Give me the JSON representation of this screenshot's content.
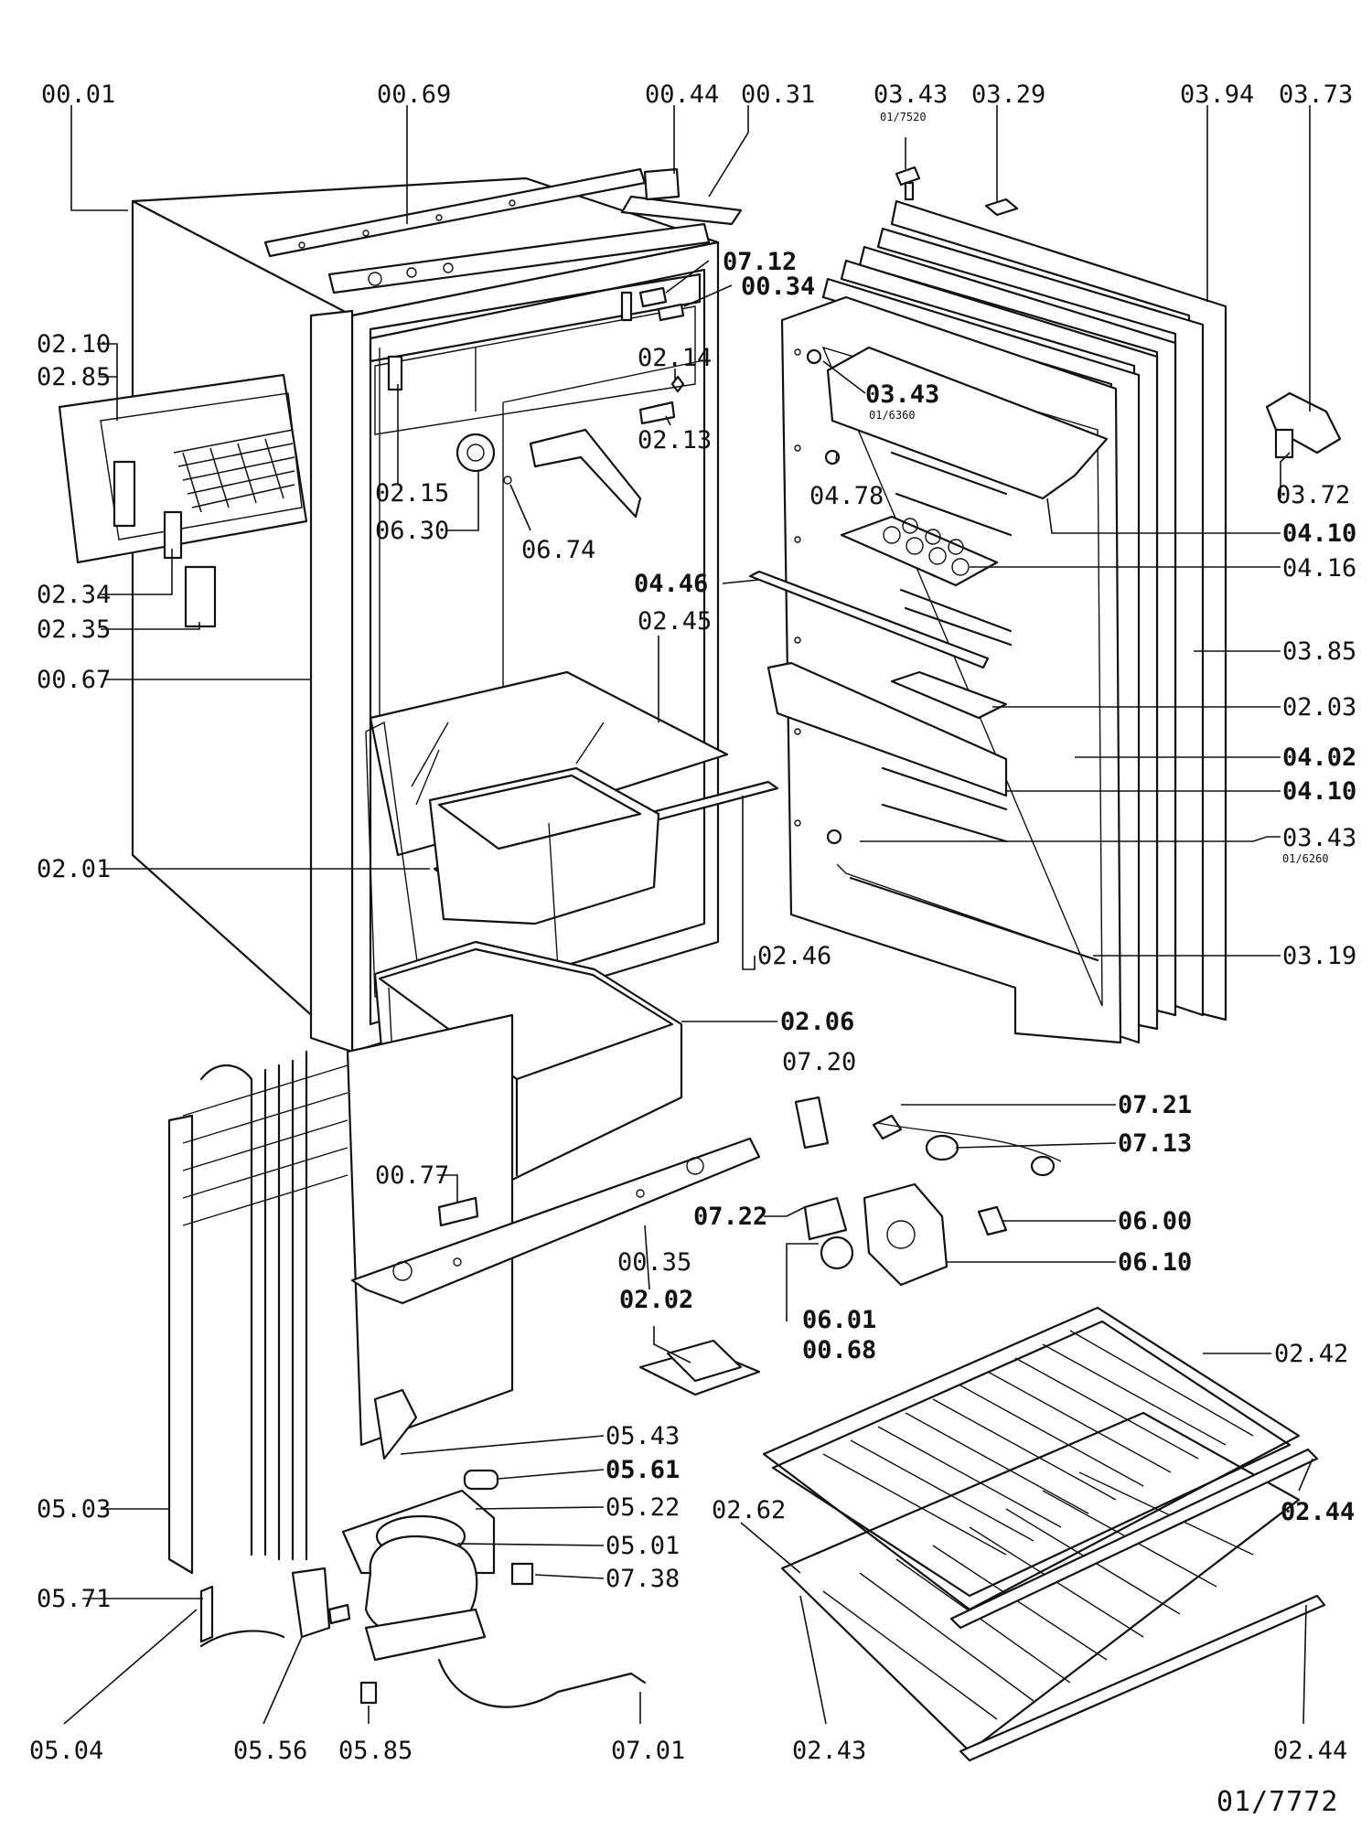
{
  "reference": "01/7772",
  "labels": {
    "l_0001": "00.01",
    "l_0069": "00.69",
    "l_0044": "00.44",
    "l_0031": "00.31",
    "l_0343a": "03.43",
    "l_0343a_sub": "01/7520",
    "l_0329": "03.29",
    "l_0394": "03.94",
    "l_0373": "03.73",
    "l_0712": "07.12",
    "l_0034": "00.34",
    "l_0210": "02.10",
    "l_0285": "02.85",
    "l_0214": "02.14",
    "l_0213": "02.13",
    "l_0343b": "03.43",
    "l_0343b_sub": "01/6360",
    "l_0372": "03.72",
    "l_0215": "02.15",
    "l_0630": "06.30",
    "l_0674": "06.74",
    "l_0478": "04.78",
    "l_0410a": "04.10",
    "l_0416": "04.16",
    "l_0234": "02.34",
    "l_0235": "02.35",
    "l_0446": "04.46",
    "l_0245": "02.45",
    "l_0067": "00.67",
    "l_0385": "03.85",
    "l_0203": "02.03",
    "l_0402": "04.02",
    "l_0410b": "04.10",
    "l_0343c": "03.43",
    "l_0343c_sub": "01/6260",
    "l_0201": "02.01",
    "l_0246": "02.46",
    "l_0319": "03.19",
    "l_0206": "02.06",
    "l_0720": "07.20",
    "l_0721": "07.21",
    "l_0713": "07.13",
    "l_0077": "00.77",
    "l_0722": "07.22",
    "l_0600": "06.00",
    "l_0035": "00.35",
    "l_0610": "06.10",
    "l_0202": "02.02",
    "l_0601": "06.01",
    "l_0068": "00.68",
    "l_0242": "02.42",
    "l_0543": "05.43",
    "l_0561": "05.61",
    "l_0522": "05.22",
    "l_0503": "05.03",
    "l_0501": "05.01",
    "l_0262": "02.62",
    "l_0244a": "02.44",
    "l_0738": "07.38",
    "l_0571": "05.71",
    "l_0504": "05.04",
    "l_0556": "05.56",
    "l_0585": "05.85",
    "l_0701": "07.01",
    "l_0243": "02.43",
    "l_0244b": "02.44"
  }
}
